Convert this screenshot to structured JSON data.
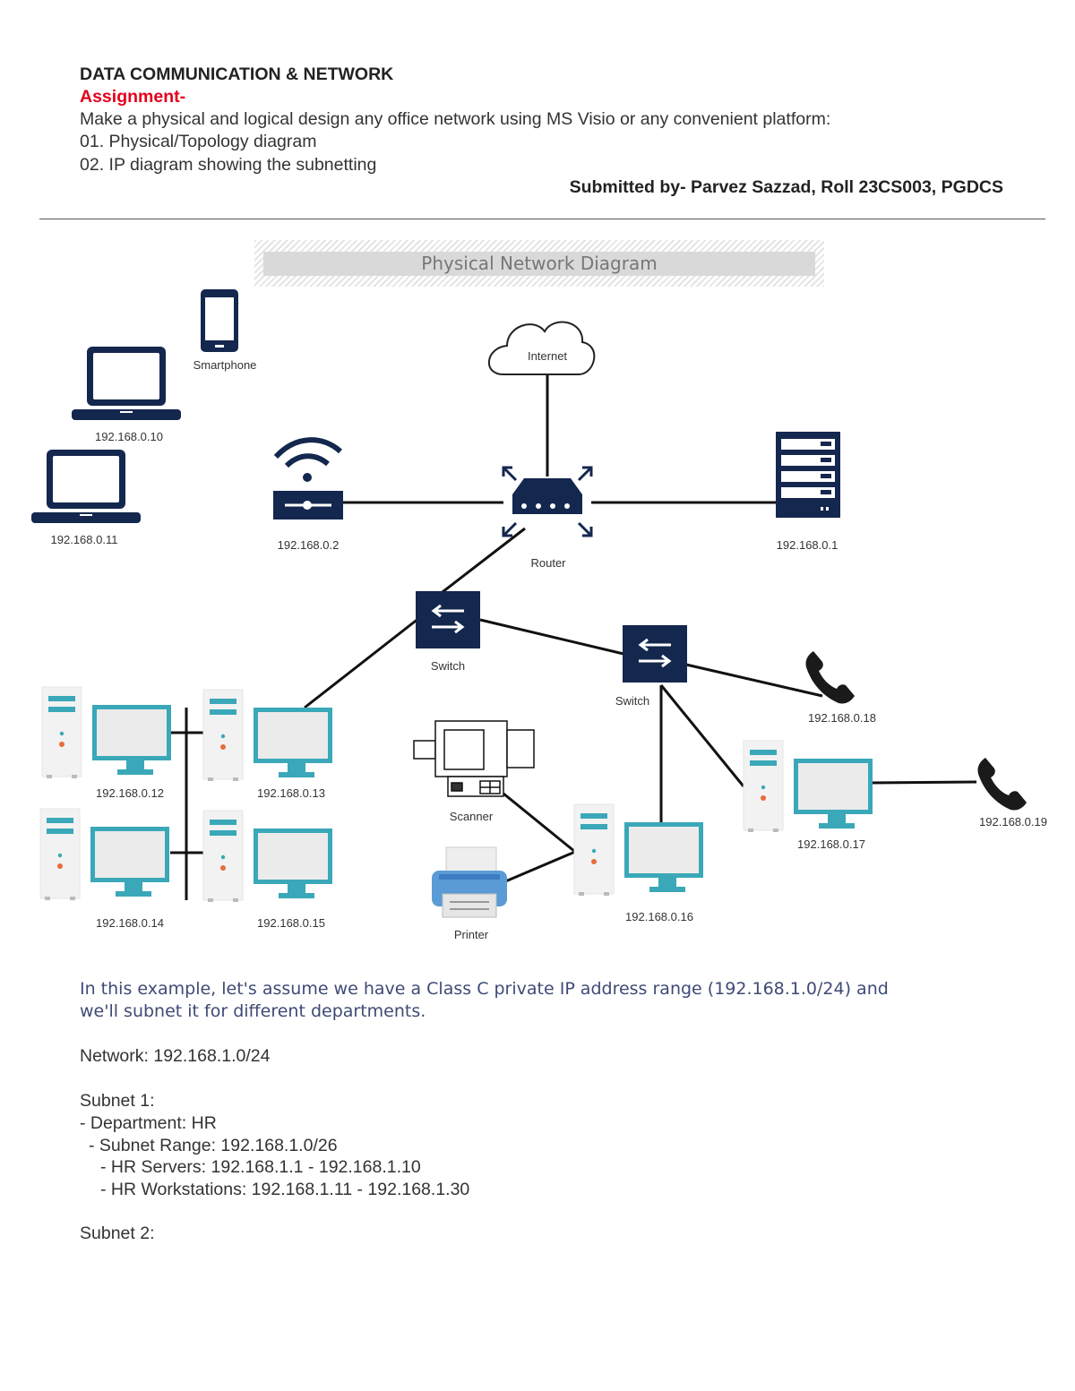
{
  "header": {
    "title": "DATA COMMUNICATION & NETWORK",
    "assignment_label": "Assignment-",
    "instruction": "Make a physical and logical design any office network using MS Visio or any convenient platform:",
    "item1": "01. Physical/Topology diagram",
    "item2": "02. IP diagram showing the subnetting",
    "submitted_by": "Submitted by- Parvez Sazzad, Roll 23CS003, PGDCS"
  },
  "diagram": {
    "title": "Physical Network Diagram",
    "labels": {
      "smartphone": "Smartphone",
      "internet": "Internet",
      "router": "Router",
      "switch1": "Switch",
      "switch2": "Switch",
      "scanner": "Scanner",
      "printer": "Printer",
      "laptop1_ip": "192.168.0.10",
      "laptop2_ip": "192.168.0.11",
      "wifi_ip": "192.168.0.2",
      "server_ip": "192.168.0.1",
      "pc12_ip": "192.168.0.12",
      "pc13_ip": "192.168.0.13",
      "pc14_ip": "192.168.0.14",
      "pc15_ip": "192.168.0.15",
      "pc16_ip": "192.168.0.16",
      "pc17_ip": "192.168.0.17",
      "phone18_ip": "192.168.0.18",
      "phone19_ip": "192.168.0.19"
    }
  },
  "content": {
    "intro_line1": "In this example, let's assume we have a Class C private IP address range (192.168.1.0/24) and",
    "intro_line2": "we'll subnet it for different departments.",
    "network": "Network: 192.168.1.0/24",
    "subnet1_heading": "Subnet 1:",
    "subnet1_dept": "- Department: HR",
    "subnet1_range": "- Subnet Range: 192.168.1.0/26",
    "subnet1_servers": "- HR Servers: 192.168.1.1 - 192.168.1.10",
    "subnet1_workstations": "- HR Workstations: 192.168.1.11 - 192.168.1.30",
    "subnet2_heading": "Subnet 2:"
  },
  "colors": {
    "navy": "#14274e",
    "teal": "#3aa8b8",
    "red_label": "#e3001b"
  }
}
